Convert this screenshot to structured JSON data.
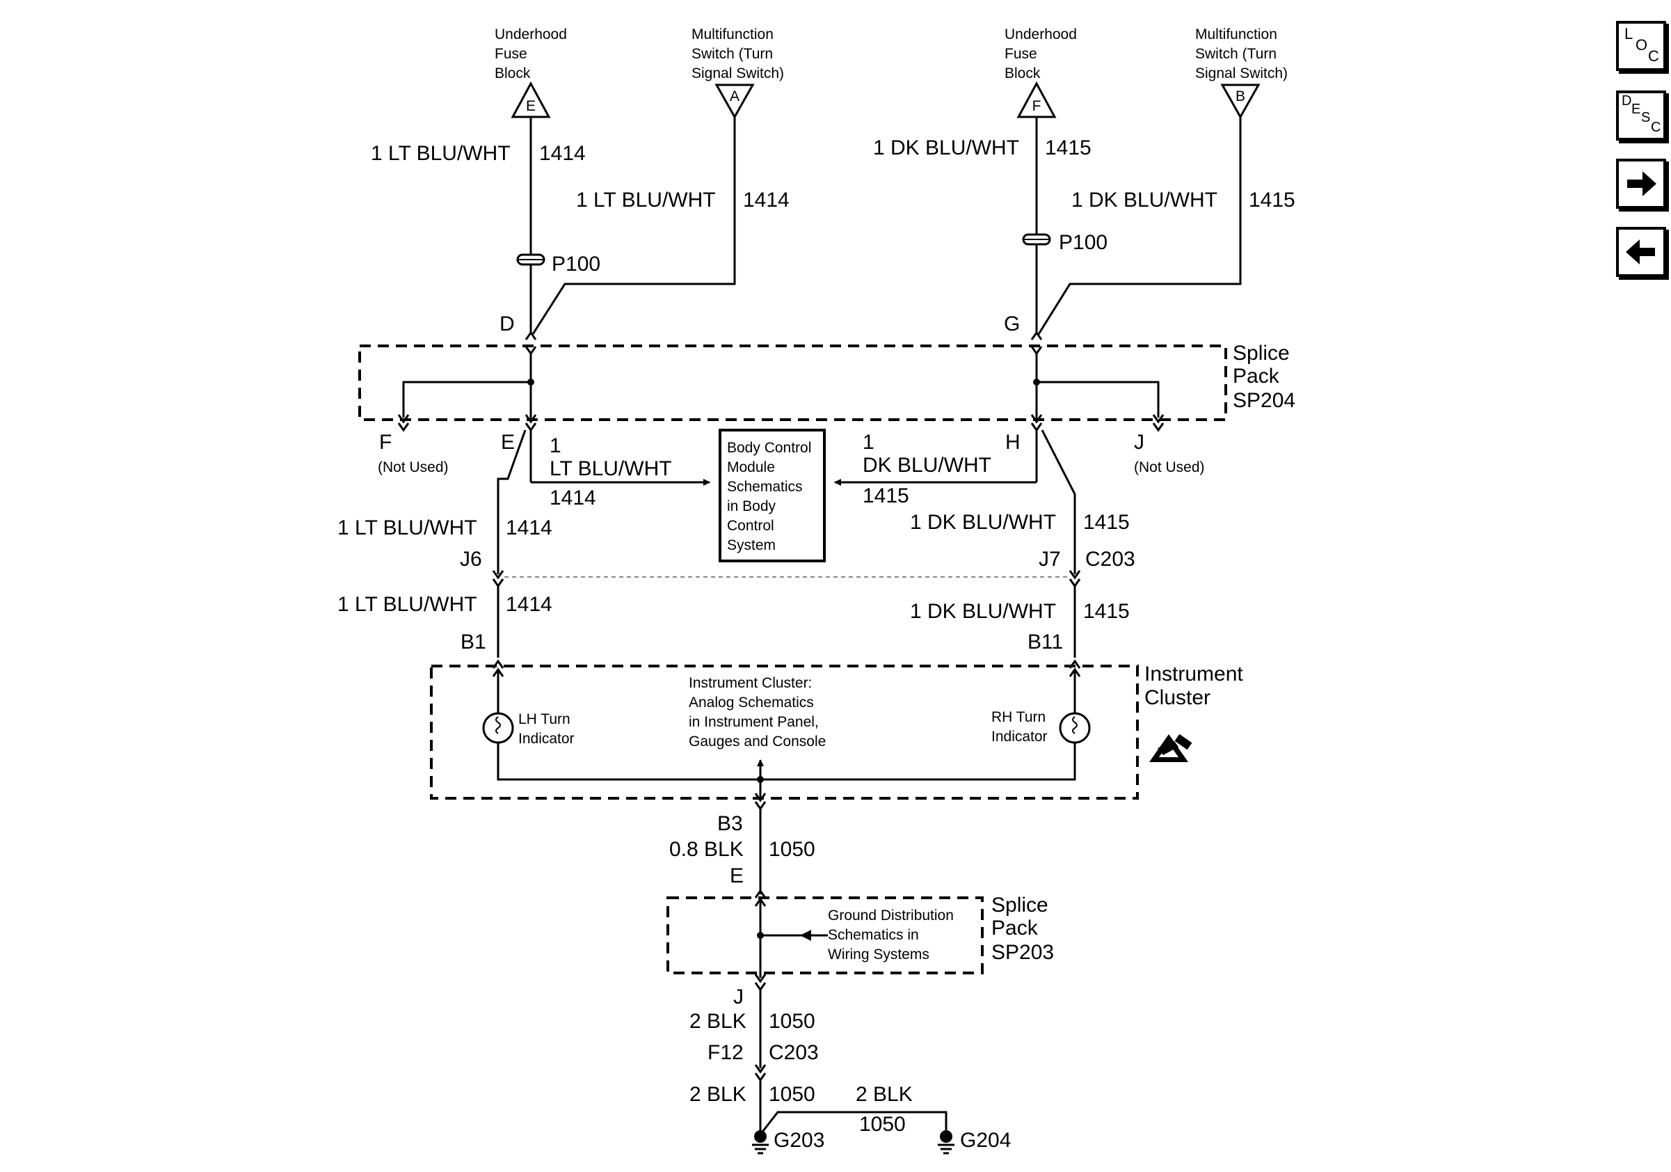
{
  "nav": {
    "loc": {
      "l1": "L",
      "l2": "O",
      "l3": "C"
    },
    "desc": {
      "l1": "D",
      "l2": "E",
      "l3": "S",
      "l4": "C"
    },
    "next_icon": "arrow-right",
    "prev_icon": "arrow-left"
  },
  "diagram": {
    "top": {
      "ufb_e": [
        "Underhood",
        "Fuse",
        "Block"
      ],
      "ufb_e_pin": "E",
      "mfs_a": [
        "Multifunction",
        "Switch (Turn",
        "Signal Switch)"
      ],
      "mfs_a_pin": "A",
      "ufb_f": [
        "Underhood",
        "Fuse",
        "Block"
      ],
      "ufb_f_pin": "F",
      "mfs_b": [
        "Multifunction",
        "Switch (Turn",
        "Signal Switch)"
      ],
      "mfs_b_pin": "B"
    },
    "wires": {
      "w1_color": "1 LT BLU/WHT",
      "w1_circ": "1414",
      "w2_color": "1 LT BLU/WHT",
      "w2_circ": "1414",
      "w3_color": "1 DK BLU/WHT",
      "w3_circ": "1415",
      "w4_color": "1 DK BLU/WHT",
      "w4_circ": "1415",
      "p100_left": "P100",
      "p100_right": "P100",
      "pin_d": "D",
      "pin_g": "G"
    },
    "sp204": {
      "title": [
        "Splice",
        "Pack",
        "SP204"
      ],
      "pin_f": "F",
      "pin_e": "E",
      "pin_h": "H",
      "pin_j": "J",
      "not_used": "(Not Used)"
    },
    "bcm": {
      "box": [
        "Body Control",
        "Module",
        "Schematics",
        "in Body",
        "Control",
        "System"
      ],
      "left_size": "1",
      "left_color": "LT BLU/WHT",
      "left_circ": "1414",
      "right_size": "1",
      "right_color": "DK BLU/WHT",
      "right_circ": "1415"
    },
    "mid": {
      "w5_color": "1 LT BLU/WHT",
      "w5_circ": "1414",
      "w6_color": "1 DK BLU/WHT",
      "w6_circ": "1415",
      "j6": "J6",
      "j7": "J7",
      "c203": "C203",
      "w7_color": "1 LT BLU/WHT",
      "w7_circ": "1414",
      "w8_color": "1 DK BLU/WHT",
      "w8_circ": "1415",
      "b1": "B1",
      "b11": "B11"
    },
    "cluster": {
      "title": [
        "Instrument",
        "Cluster"
      ],
      "center": [
        "Instrument Cluster:",
        "Analog Schematics",
        "in Instrument Panel,",
        "Gauges and Console"
      ],
      "lh": [
        "LH Turn",
        "Indicator"
      ],
      "rh": [
        "RH Turn",
        "Indicator"
      ]
    },
    "ground": {
      "b3": "B3",
      "w9_color": "0.8 BLK",
      "w9_circ": "1050",
      "e": "E",
      "sp203": [
        "Splice",
        "Pack",
        "SP203"
      ],
      "gd": [
        "Ground Distribution",
        "Schematics in",
        "Wiring Systems"
      ],
      "j": "J",
      "w10_color": "2 BLK",
      "w10_circ": "1050",
      "f12": "F12",
      "c203": "C203",
      "w11_color": "2 BLK",
      "w11_circ": "1050",
      "w12_color": "2 BLK",
      "w12_circ": "1050",
      "g203": "G203",
      "g204": "G204"
    }
  }
}
